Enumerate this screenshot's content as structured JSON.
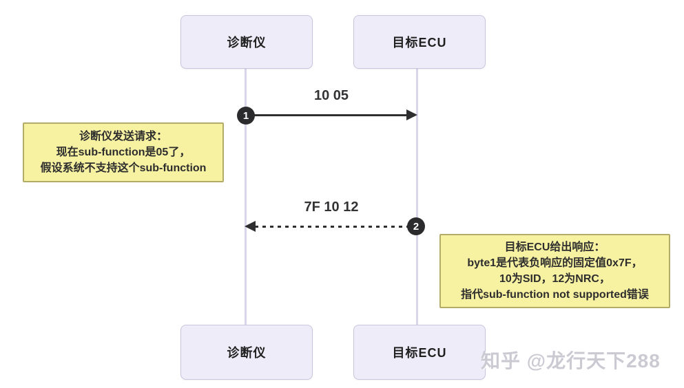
{
  "diagram": {
    "actors": {
      "left": {
        "label": "诊断仪"
      },
      "right": {
        "label": "目标ECU"
      }
    },
    "messages": [
      {
        "seq": "1",
        "label": "10 05",
        "direction": "right",
        "line_style": "solid"
      },
      {
        "seq": "2",
        "label": "7F 10 12",
        "direction": "left",
        "line_style": "dashed"
      }
    ],
    "notes": [
      {
        "side": "left",
        "lines": [
          "诊断仪发送请求：",
          "现在sub-function是05了，",
          "假设系统不支持这个sub-function"
        ]
      },
      {
        "side": "right",
        "lines": [
          "目标ECU给出响应：",
          "byte1是代表负响应的固定值0x7F，",
          "10为SID，12为NRC，",
          "指代sub-function not supported错误"
        ]
      }
    ],
    "colors": {
      "actor_box_bg": "#edecf8",
      "actor_box_border": "#c9c6dc",
      "lifeline": "#d9d6ec",
      "arrow": "#2e2e30",
      "note_bg": "#f7f1a2",
      "note_border": "#b3ab68",
      "seq_badge_bg": "#2b2b2d",
      "seq_badge_text": "#ffffff"
    }
  },
  "watermark": {
    "text": "知乎 @龙行天下288"
  }
}
